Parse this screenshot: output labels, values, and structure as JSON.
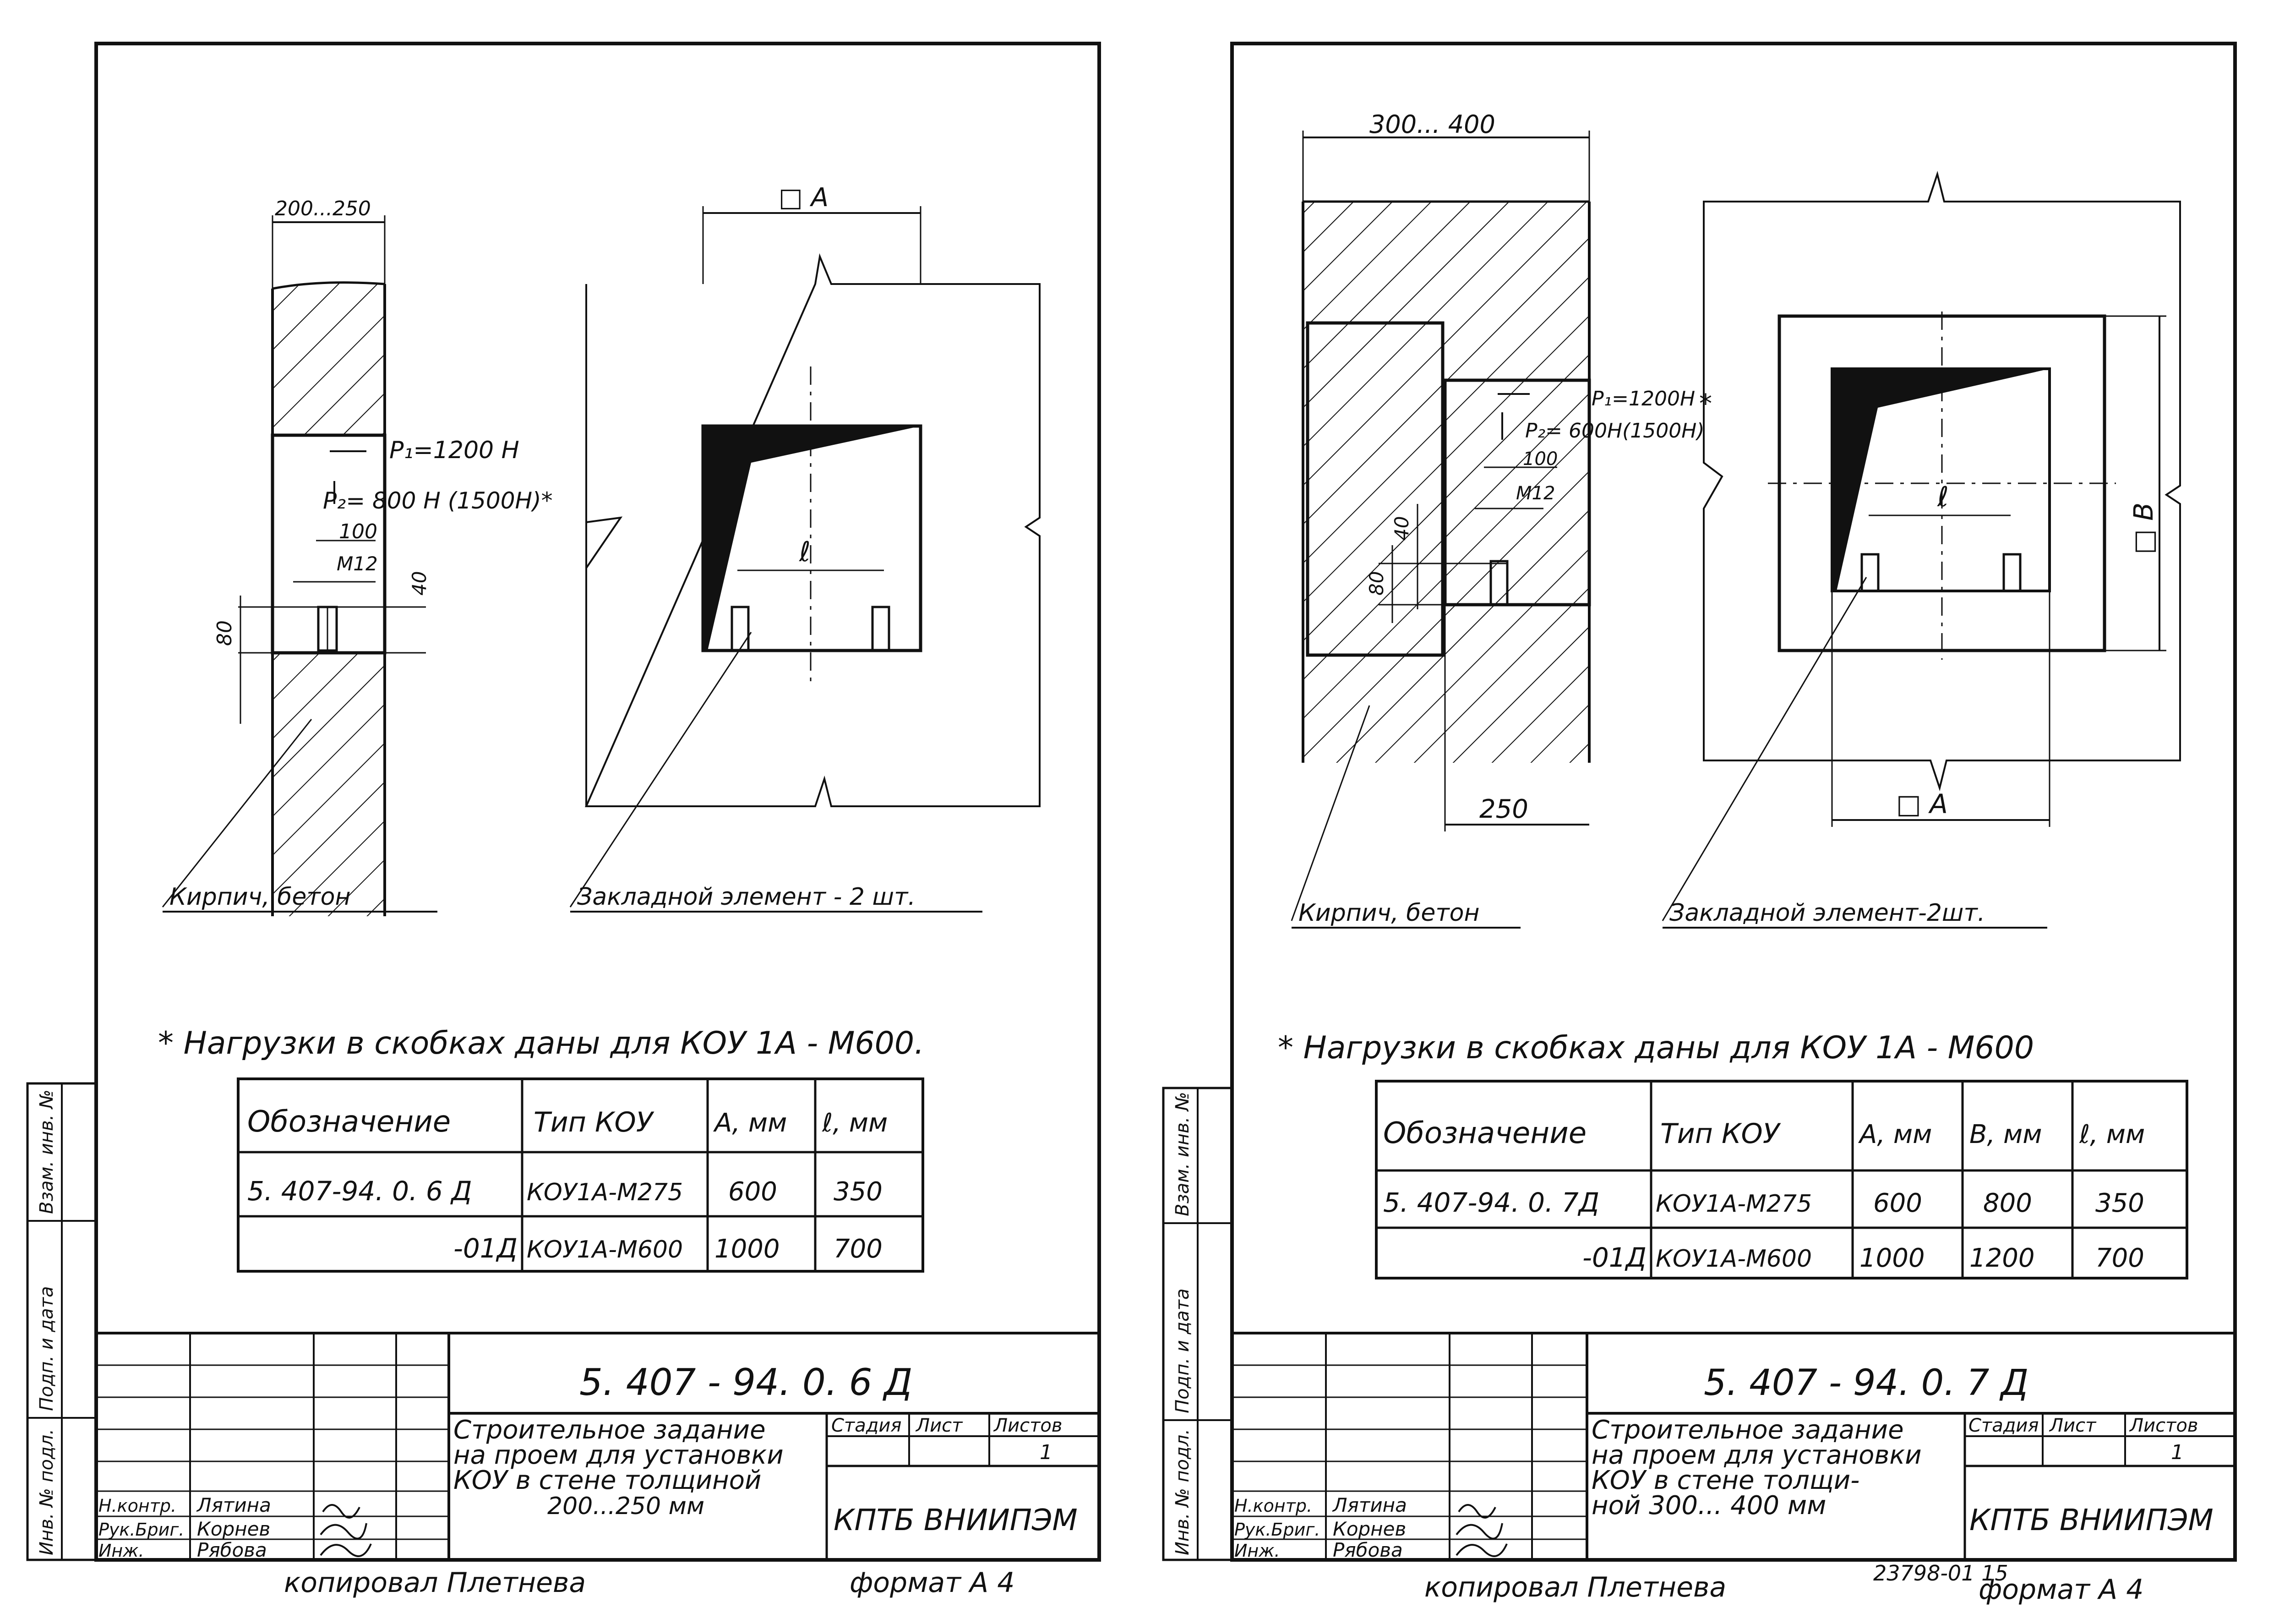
{
  "sheets": [
    {
      "dims": {
        "width": "200...250",
        "p1": "P₁=1200 H",
        "p2": "P₂= 800 H (1500H)*",
        "d100": "100",
        "m12": "M12",
        "d40": "40",
        "d80": "80",
        "opening": "□ A",
        "l": "ℓ"
      },
      "labels": {
        "brick": "Кирпич, бетон",
        "embedded": "Закладной элемент - 2 шт."
      },
      "note": "* Нагрузки в скобках даны для КОУ 1А - М600.",
      "table": {
        "headers": [
          "Обозначение",
          "Тип КОУ",
          "А, мм",
          "ℓ, мм"
        ],
        "rows": [
          [
            "5. 407-94. 0. 6 Д",
            "КОУ1А-М275",
            "600",
            "350"
          ],
          [
            "-01Д",
            "КОУ1А-М600",
            "1000",
            "700"
          ]
        ]
      },
      "side_labels": [
        "Взам. инв. №",
        "Подп. и дата",
        "Инв. № подл."
      ],
      "title_block": {
        "code": "5. 407 - 94. 0. 6 Д",
        "title_lines": [
          "Строительное задание",
          "на проем для установки",
          "КОУ в стене толщиной",
          "200...250 мм"
        ],
        "stage_header": "Стадия",
        "sheet_header": "Лист",
        "sheets_header": "Листов",
        "sheets_value": "1",
        "org": "КПТБ ВНИИПЭМ",
        "roles": [
          "Н.контр.",
          "Рук.Бриг.",
          "Инж."
        ],
        "names": [
          "Лятина",
          "Корнев",
          "Рябова"
        ]
      },
      "footer_left": "копировал   Плетнева",
      "footer_right": "формат  А 4"
    },
    {
      "dims": {
        "width": "300... 400",
        "d250": "250",
        "p1": "P₁=1200H",
        "p2": "P₂= 600H(1500H)",
        "star": "*",
        "d100": "100",
        "m12": "M12",
        "d40": "40",
        "d80": "80",
        "opening": "□ A",
        "b": "□ B",
        "l": "ℓ"
      },
      "labels": {
        "brick": "Кирпич, бетон",
        "embedded": "Закладной элемент-2шт."
      },
      "note": "* Нагрузки в скобках даны для КОУ 1А - М600",
      "table": {
        "headers": [
          "Обозначение",
          "Тип КОУ",
          "А, мм",
          "В, мм",
          "ℓ, мм"
        ],
        "rows": [
          [
            "5. 407-94. 0. 7Д",
            "КОУ1А-М275",
            "600",
            "800",
            "350"
          ],
          [
            "-01Д",
            "КОУ1А-М600",
            "1000",
            "1200",
            "700"
          ]
        ]
      },
      "side_labels": [
        "Взам. инв. №",
        "Подп. и дата",
        "Инв. № подл."
      ],
      "title_block": {
        "code": "5. 407 - 94. 0. 7 Д",
        "title_lines": [
          "Строительное задание",
          "на проем для установки",
          "КОУ в стене толщи-",
          "ной  300... 400 мм"
        ],
        "stage_header": "Стадия",
        "sheet_header": "Лист",
        "sheets_header": "Листов",
        "sheets_value": "1",
        "org": "КПТБ ВНИИПЭМ",
        "roles": [
          "Н.контр.",
          "Рук.Бриг.",
          "Инж."
        ],
        "names": [
          "Лятина",
          "Корнев",
          "Рябова"
        ]
      },
      "footer_left": "копировал  Плетнева",
      "footer_mid": "23798-01   15",
      "footer_right": "формат  А 4"
    }
  ]
}
